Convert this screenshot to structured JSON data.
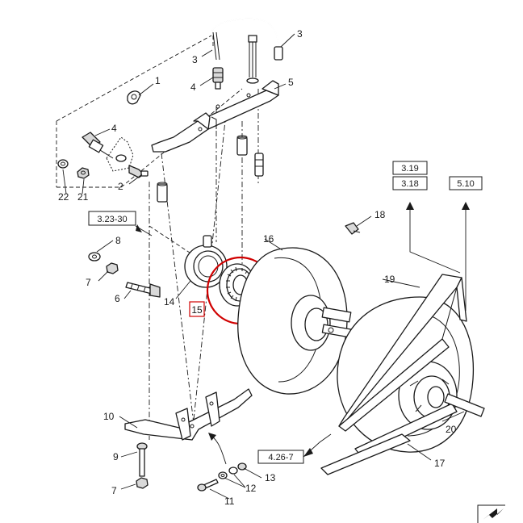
{
  "callouts": {
    "c1": "1",
    "c2": "2",
    "c3a": "3",
    "c3b": "3",
    "c4a": "4",
    "c4b": "4",
    "c5": "5",
    "c6": "6",
    "c7a": "7",
    "c7b": "7",
    "c8": "8",
    "c9": "9",
    "c10": "10",
    "c11": "11",
    "c12": "12",
    "c13": "13",
    "c14": "14",
    "c15": "15",
    "c16": "16",
    "c17": "17",
    "c18": "18",
    "c19": "19",
    "c20": "20",
    "c21": "21",
    "c22": "22"
  },
  "references": {
    "r319": "3.19",
    "r318": "3.18",
    "r510": "5.10",
    "r323": "3.23-30",
    "r426": "4.26-7"
  },
  "colors": {
    "highlight": "#d00000",
    "line": "#1a1a1a"
  },
  "icons": {
    "corner": "page-turn-icon"
  }
}
